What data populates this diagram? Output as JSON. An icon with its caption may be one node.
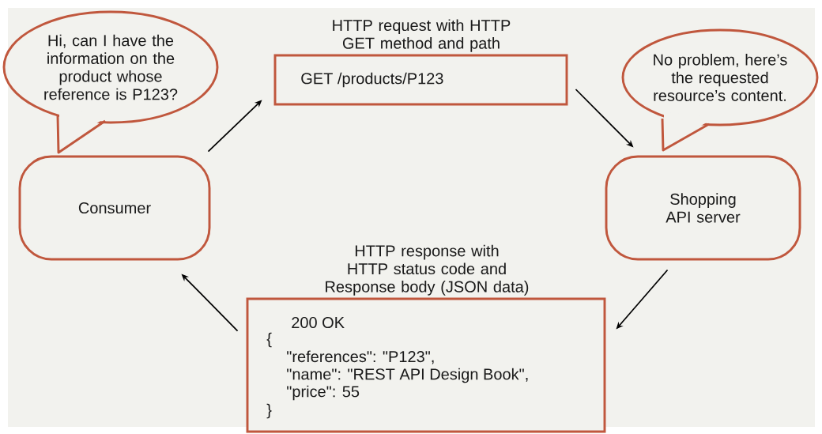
{
  "diagram": {
    "nodes": [
      {
        "text": [
          "Hi, can I have the information on the product whose reference is P123?"
        ]
      },
      {
        "text": [
          "Consumer"
        ]
      },
      {
        "text": [
          "HTTP request with HTTP GET method and path",
          "GET /products/P123"
        ]
      },
      {
        "text": [
          "No problem, here’s the requested resource’s content."
        ]
      },
      {
        "text": [
          "Shopping API server"
        ]
      },
      {
        "text": [
          "HTTP response with HTTP status code and Response body (JSON data)",
          "200 OK",
          "{",
          "\"references\": \"P123\",",
          "\"name\": \"REST API Design Book\",",
          "\"price\": 55",
          "}"
        ]
      }
    ],
    "edges": [
      {
        "from": 1,
        "to": 2,
        "arrow": "to"
      },
      {
        "from": 2,
        "to": 4,
        "arrow": "to"
      },
      {
        "from": 4,
        "to": 5,
        "arrow": "to"
      },
      {
        "from": 5,
        "to": 1,
        "arrow": "to"
      }
    ]
  }
}
